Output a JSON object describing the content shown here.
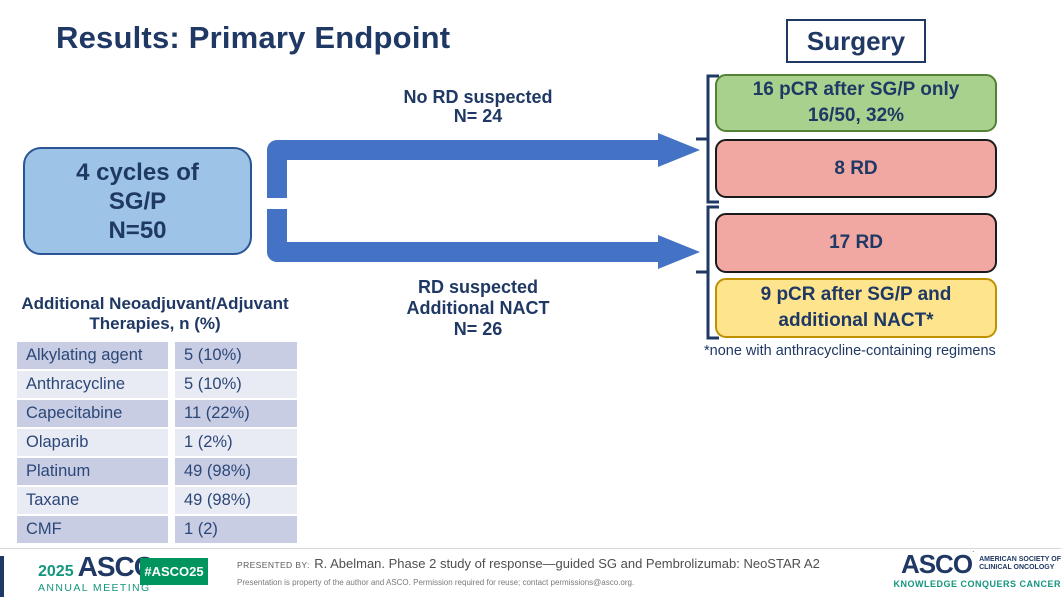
{
  "colors": {
    "navy_text": "#1F3864",
    "arrow_blue": "#4472C4",
    "source_box_fill": "#9DC3E6",
    "green_fill": "#A9D18E",
    "green_border": "#548235",
    "pink_fill": "#F1A8A2",
    "yellow_fill": "#FFE48E",
    "yellow_border": "#BF9000",
    "table_row_dark": "#C8CDE4",
    "table_row_light": "#E9EBF4",
    "asco_teal": "#13967E",
    "badge_green": "#00945F"
  },
  "header": {
    "title": "Results: Primary Endpoint"
  },
  "flow": {
    "surgery_label": "Surgery",
    "source_box": {
      "line1": "4 cycles of",
      "line2": "SG/P",
      "line3": "N=50"
    },
    "top_branch": {
      "line1": "No RD suspected",
      "line2": "N= 24"
    },
    "bottom_branch": {
      "line1": "RD suspected",
      "line2": "Additional NACT",
      "line3": "N= 26"
    },
    "outcomes": {
      "pcr_sgp_only": {
        "line1": "16 pCR after SG/P only",
        "line2": "16/50, 32%"
      },
      "rd_after_sgp": "8 RD",
      "rd_after_nact": "17 RD",
      "pcr_nact": {
        "line1": "9 pCR after SG/P and",
        "line2": "additional NACT*"
      }
    },
    "footnote": "*none with anthracycline-containing regimens"
  },
  "table": {
    "title_line1": "Additional Neoadjuvant/Adjuvant",
    "title_line2": "Therapies, n (%)",
    "rows": [
      {
        "label": "Alkylating agent",
        "value": "5 (10%)"
      },
      {
        "label": "Anthracycline",
        "value": "5 (10%)"
      },
      {
        "label": "Capecitabine",
        "value": "11 (22%)"
      },
      {
        "label": "Olaparib",
        "value": "1 (2%)"
      },
      {
        "label": "Platinum",
        "value": "49 (98%)"
      },
      {
        "label": "Taxane",
        "value": "49 (98%)"
      },
      {
        "label": "CMF",
        "value": "1 (2)"
      }
    ]
  },
  "footer": {
    "meeting_year": "2025",
    "meeting_org": "ASCO",
    "meeting_name": "ANNUAL MEETING",
    "hashtag": "#ASCO25",
    "presented_by_label": "PRESENTED BY:",
    "presented_by": "R. Abelman. Phase 2 study of response—guided SG and Pembrolizumab: NeoSTAR A2",
    "disclaimer": "Presentation is property of the author and ASCO. Permission required for reuse; contact permissions@asco.org.",
    "society_org": "ASCO",
    "society_line1": "AMERICAN SOCIETY OF",
    "society_line2": "CLINICAL ONCOLOGY",
    "society_tagline": "KNOWLEDGE CONQUERS CANCER"
  }
}
